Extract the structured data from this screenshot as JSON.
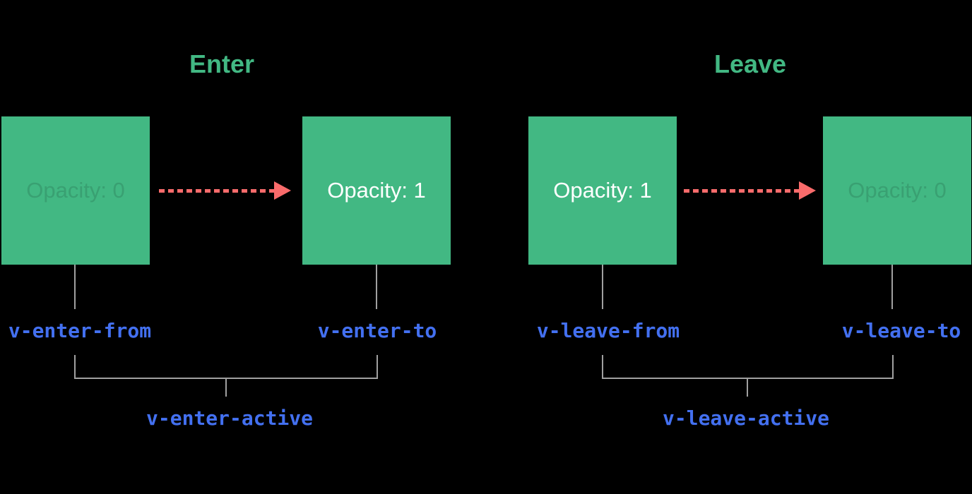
{
  "enter": {
    "title": "Enter",
    "from_box_label": "Opacity: 0",
    "to_box_label": "Opacity: 1",
    "from_class": "v-enter-from",
    "to_class": "v-enter-to",
    "active_class": "v-enter-active"
  },
  "leave": {
    "title": "Leave",
    "from_box_label": "Opacity: 1",
    "to_box_label": "Opacity: 0",
    "from_class": "v-leave-from",
    "to_class": "v-leave-to",
    "active_class": "v-leave-active"
  },
  "colors": {
    "background": "#000000",
    "box_green": "#42b883",
    "title_green": "#42b883",
    "class_label_blue": "#4370f0",
    "arrow_red": "#f96b6b",
    "connector_gray": "#a0a0a0",
    "box_text_white": "#ffffff",
    "box_text_faded_green": "#39a072"
  }
}
